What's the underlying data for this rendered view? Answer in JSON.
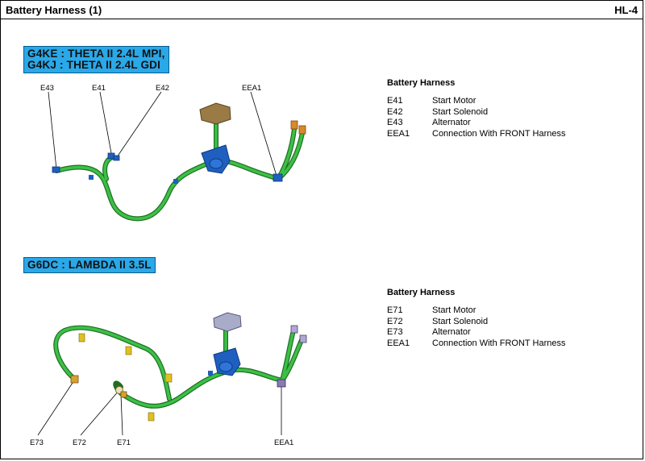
{
  "header": {
    "title": "Battery Harness (1)",
    "page_code": "HL-4"
  },
  "sections": [
    {
      "engine_lines": [
        "G4KE : THETA II 2.4L MPI,",
        "G4KJ : THETA II 2.4L GDI"
      ],
      "legend_title": "Battery Harness",
      "legend": [
        {
          "code": "E41",
          "desc": "Start Motor"
        },
        {
          "code": "E42",
          "desc": "Start Solenoid"
        },
        {
          "code": "E43",
          "desc": "Alternator"
        },
        {
          "code": "EEA1",
          "desc": "Connection With FRONT Harness"
        }
      ],
      "callouts": [
        "E43",
        "E41",
        "E42",
        "EEA1"
      ]
    },
    {
      "engine_lines": [
        "G6DC : LAMBDA II 3.5L"
      ],
      "legend_title": "Battery Harness",
      "legend": [
        {
          "code": "E71",
          "desc": "Start Motor"
        },
        {
          "code": "E72",
          "desc": "Start Solenoid"
        },
        {
          "code": "E73",
          "desc": "Alternator"
        },
        {
          "code": "EEA1",
          "desc": "Connection With FRONT Harness"
        }
      ],
      "callouts": [
        "E73",
        "E72",
        "E71",
        "EEA1"
      ]
    }
  ],
  "colors": {
    "harness": "#2fa33a",
    "connector": "#1f5fbf",
    "engine_box": "#2aa8e8"
  }
}
